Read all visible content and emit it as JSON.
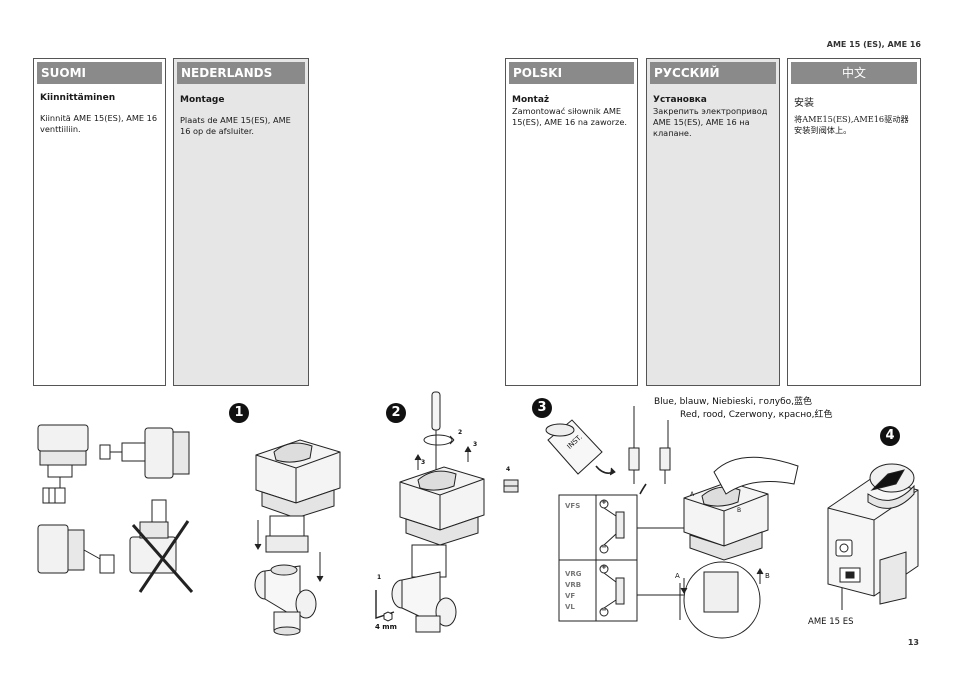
{
  "header": {
    "doc_title": "AME 15 (ES), AME 16"
  },
  "footer": {
    "page_number": "13"
  },
  "columns": {
    "suomi": {
      "label": "SUOMI",
      "heading": "Kiinnittäminen",
      "text": "Kiinnitä AME 15(ES), AME 16 venttiiliin."
    },
    "nederlands": {
      "label": "NEDERLANDS",
      "heading": "Montage",
      "text": "Plaats de AME 15(ES), AME 16 op de afsluiter."
    },
    "polski": {
      "label": "POLSKI",
      "heading": "Montaż",
      "text": "Zamontować siłownik AME 15(ES), AME 16 na zaworze."
    },
    "russian": {
      "label": "РУССКИЙ",
      "heading": "Установка",
      "text": "Закрепить электропривод AME 15(ES), AME 16 на клапане."
    },
    "chinese": {
      "label": "中文",
      "heading": "安装",
      "text": "将AME15(ES),AME16驱动器安装到阀体上。"
    }
  },
  "figures": {
    "steps": [
      "1",
      "2",
      "3",
      "4"
    ],
    "fig2": {
      "label_1": "1",
      "label_2": "2",
      "label_3a": "3",
      "label_3b": "3",
      "label_4": "4",
      "tool": "4 mm"
    },
    "fig3": {
      "inst": "INST.",
      "blue": "Blue, blauw, Niebieski, голубо,蓝色",
      "red": "Red, rood, Czerwony, красно,红色",
      "vfs": "VFS",
      "vrg": "VRG",
      "vrb": "VRB",
      "vf": "VF",
      "vl": "VL",
      "plus": "+",
      "minus": "−",
      "a_label": "A",
      "b_label": "B",
      "a_arrow": "A",
      "b_arrow": "B"
    },
    "fig4": {
      "model": "AME 15 ES"
    }
  }
}
